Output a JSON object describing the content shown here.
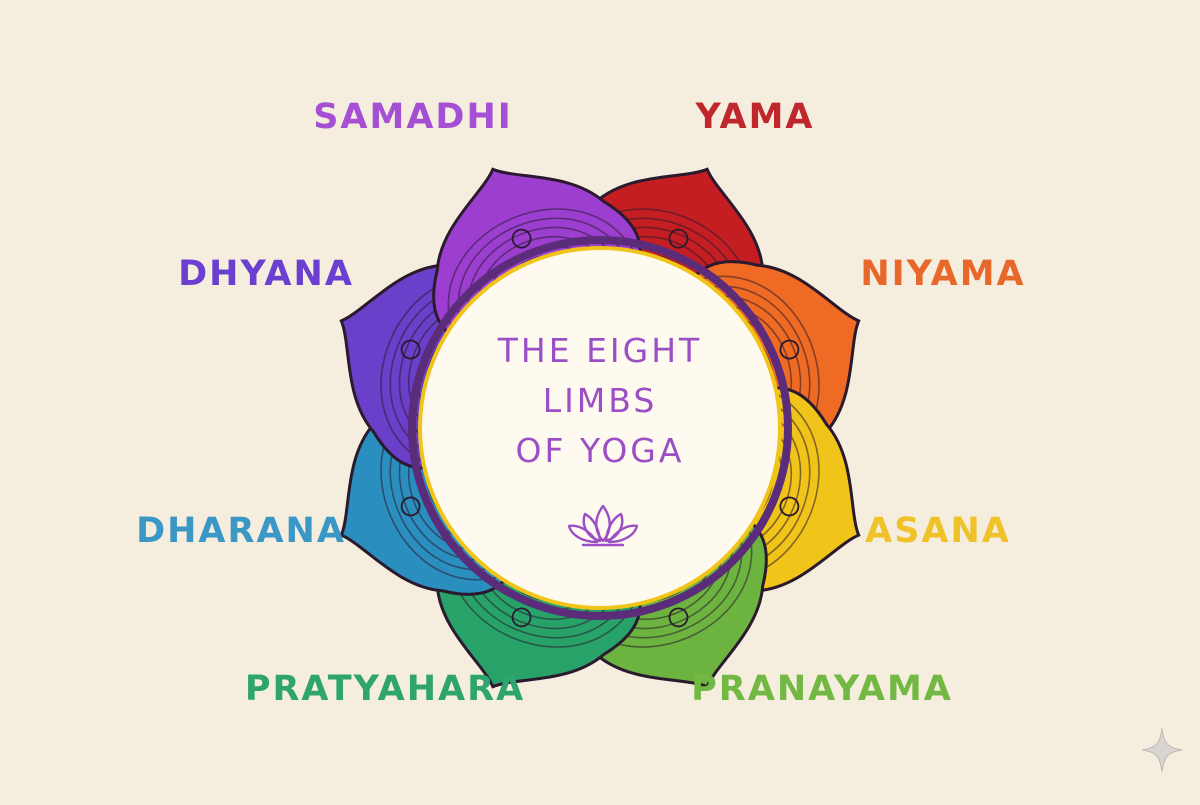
{
  "title": {
    "lines": [
      "THE EIGHT",
      "LIMBS",
      "OF YOGA"
    ],
    "color": "#9a4fc4"
  },
  "limbs": [
    {
      "label": "YAMA",
      "color": "#c41e23"
    },
    {
      "label": "NIYAMA",
      "color": "#ef6a23"
    },
    {
      "label": "ASANA",
      "color": "#f0c419"
    },
    {
      "label": "PRANAYAMA",
      "color": "#6cb33f"
    },
    {
      "label": "PRATYAHARA",
      "color": "#27a36a"
    },
    {
      "label": "DHARANA",
      "color": "#2a8ebf"
    },
    {
      "label": "DHYANA",
      "color": "#6a3fc9"
    },
    {
      "label": "SAMADHI",
      "color": "#9c3fd1"
    }
  ],
  "label_colors": {
    "YAMA": "#c0272d",
    "NIYAMA": "#e8672a",
    "ASANA": "#efc22a",
    "PRANAYAMA": "#72b843",
    "PRATYAHARA": "#2fa56d",
    "DHARANA": "#3a97c6",
    "DHYANA": "#6b3fd0",
    "SAMADHI": "#a54fd4"
  },
  "ring": {
    "outer_color": "#5b2c7a",
    "inner_color": "#f0c419"
  },
  "center_icon": "lotus-icon",
  "corner_icon": "sparkle-icon"
}
